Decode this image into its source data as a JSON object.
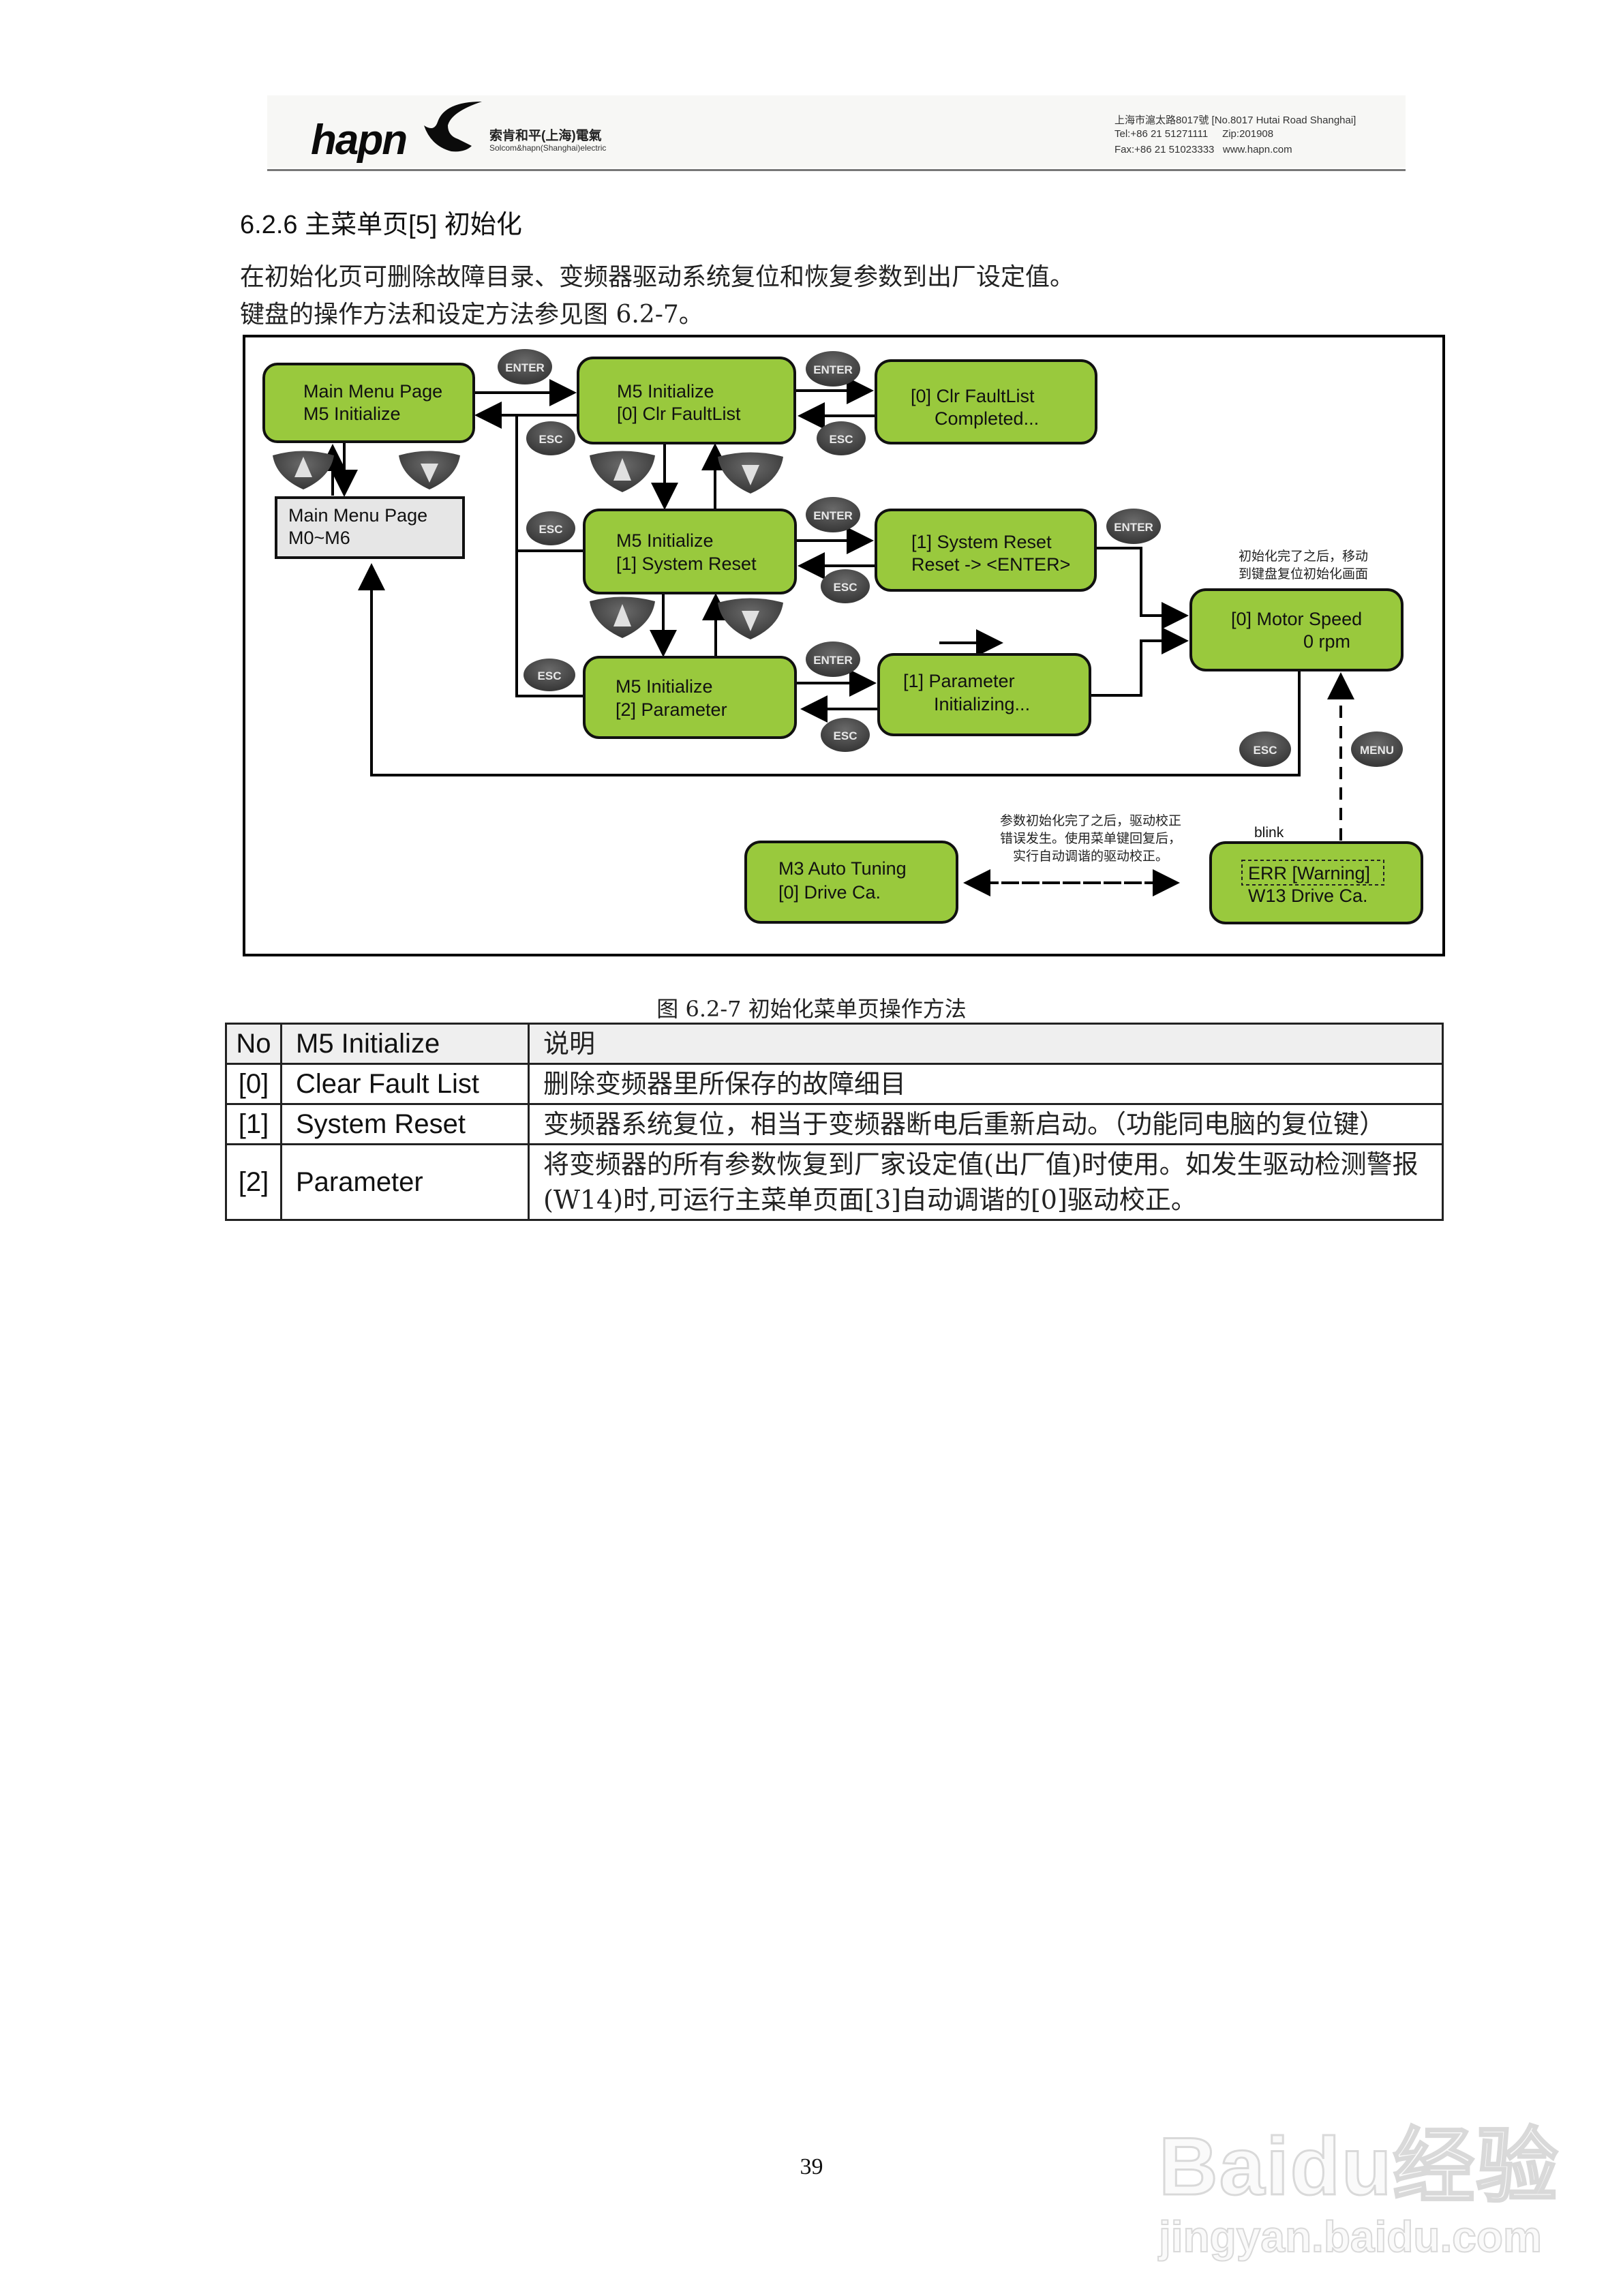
{
  "header": {
    "logo_text": "hapn",
    "company_cn": "索肯和平(上海)電氣",
    "company_en": "Solcom&hapn(Shanghai)electric",
    "address": "上海市滬太路8017號 [No.8017 Hutai Road Shanghai]",
    "tel": "Tel:+86 21 51271111",
    "zip": "Zip:201908",
    "fax": "Fax:+86 21 51023333",
    "website": "www.hapn.com"
  },
  "section": {
    "title": "6.2.6 主菜单页[5] 初始化",
    "paragraph_1": "在初始化页可删除故障目录、变频器驱动系统复位和恢复参数到出厂设定值。",
    "paragraph_2": "键盘的操作方法和设定方法参见图 6.2-7。"
  },
  "diagram": {
    "nodes": {
      "main_menu_m5": {
        "line1": "Main Menu Page",
        "line2": "M5 Initialize"
      },
      "main_menu_range": {
        "line1": "Main Menu Page",
        "line2": "M0~M6"
      },
      "m5_clr": {
        "line1": "M5 Initialize",
        "line2": "[0] Clr FaultList"
      },
      "m5_reset": {
        "line1": "M5 Initialize",
        "line2": "[1] System Reset"
      },
      "m5_param": {
        "line1": "M5 Initialize",
        "line2": "[2] Parameter"
      },
      "clr_done": {
        "line1": "[0] Clr FaultList",
        "line2": "Completed..."
      },
      "reset_confirm": {
        "line1": "[1] System Reset",
        "line2": "Reset -> <ENTER>"
      },
      "param_init": {
        "line1": "[1] Parameter",
        "line2": "Initializing..."
      },
      "motor_speed": {
        "line1": "[0] Motor Speed",
        "line2": "0 rpm"
      },
      "auto_tuning": {
        "line1": "M3 Auto Tuning",
        "line2": "[0] Drive Ca."
      },
      "err_warning": {
        "line1": "ERR [Warning]",
        "line2": "W13 Drive Ca."
      }
    },
    "keys": {
      "enter": "ENTER",
      "esc": "ESC",
      "menu": "MENU"
    },
    "notes": {
      "after_init_line1": "初始化完了之后，移动",
      "after_init_line2": "到键盘复位初始化画面",
      "drive_cal_line1": "参数初始化完了之后，驱动校正",
      "drive_cal_line2": "错误发生。使用菜单键回复后，",
      "drive_cal_line3": "实行自动调谐的驱动校正。",
      "blink": "blink"
    },
    "colors": {
      "node_green": "#99c93d",
      "node_gray": "#e6e6e6",
      "key_dark": "#4d4d4d"
    }
  },
  "caption": "图 6.2-7 初始化菜单页操作方法",
  "table": {
    "headers": [
      "No",
      "M5 Initialize",
      "说明"
    ],
    "rows": [
      {
        "no": "[0]",
        "name": "Clear Fault List",
        "desc": "删除变频器里所保存的故障细目"
      },
      {
        "no": "[1]",
        "name": "System Reset",
        "desc": "变频器系统复位，相当于变频器断电后重新启动。（功能同电脑的复位键）"
      },
      {
        "no": "[2]",
        "name": "Parameter",
        "desc": "将变频器的所有参数恢复到厂家设定值(出厂值)时使用。如发生驱动检测警报(W14)时,可运行主菜单页面[3]自动调谐的[0]驱动校正。"
      }
    ]
  },
  "footer": {
    "page_number": "39",
    "watermark_line1": "Baidu经验",
    "watermark_line2": "jingyan.baidu.com"
  }
}
